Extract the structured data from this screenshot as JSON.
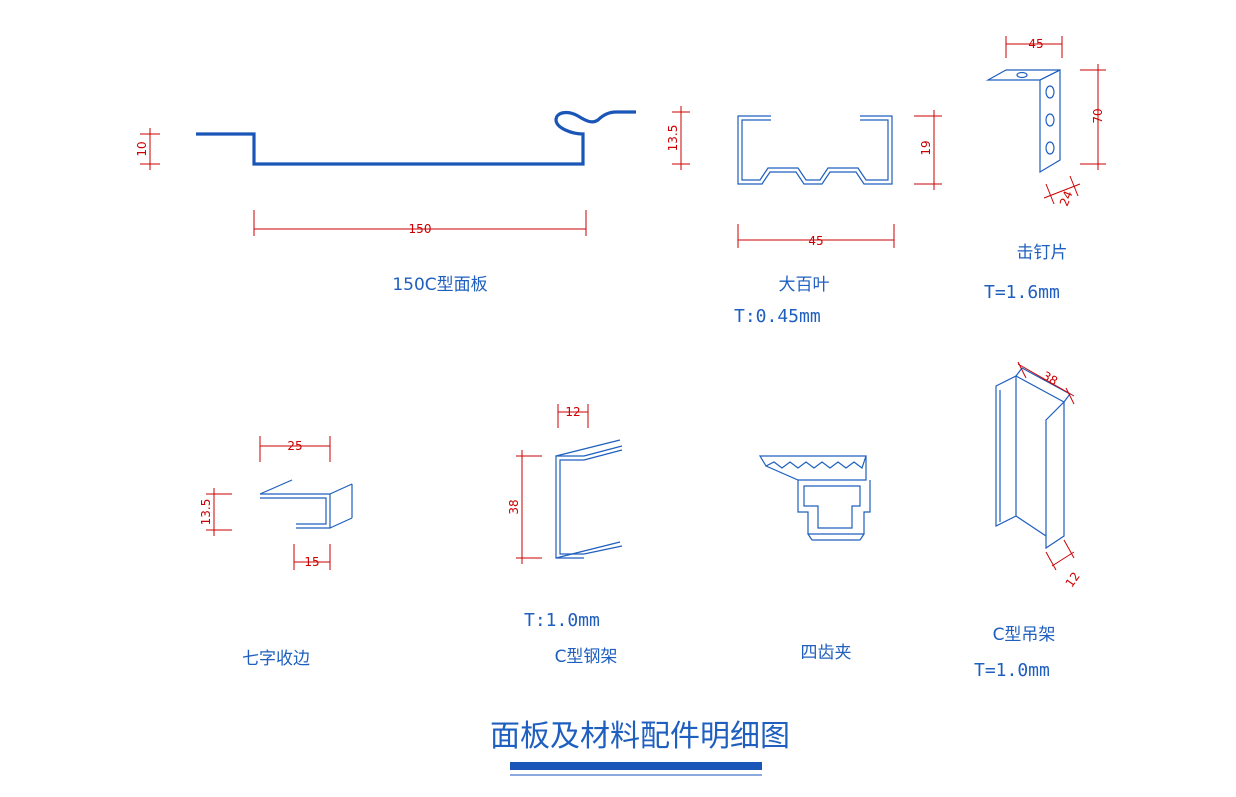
{
  "colors": {
    "outline": "#1f5fbf",
    "dimension": "#cc0000",
    "title_bar": "#1a56b8"
  },
  "panel_150c": {
    "label": "150C型面板",
    "dim_width": "150",
    "dim_left_height": "10",
    "dim_right_height": "13.5"
  },
  "dabaiye": {
    "label": "大百叶",
    "spec": "T:0.45mm",
    "dim_width": "45",
    "dim_height": "19"
  },
  "jidingpian": {
    "label": "击钉片",
    "spec": "T=1.6mm",
    "dim_top": "45",
    "dim_height": "70",
    "dim_bottom": "24"
  },
  "qizi_shoubian": {
    "label": "七字收边",
    "dim_top": "25",
    "dim_height": "13.5",
    "dim_bottom": "15"
  },
  "c_steel_frame": {
    "label": "C型钢架",
    "spec": "T:1.0mm",
    "dim_top": "12",
    "dim_height": "38"
  },
  "sichijia": {
    "label": "四齿夹"
  },
  "c_hanger": {
    "label": "C型吊架",
    "spec": "T=1.0mm",
    "dim_top": "38",
    "dim_bottom": "12"
  },
  "title": "面板及材料配件明细图"
}
